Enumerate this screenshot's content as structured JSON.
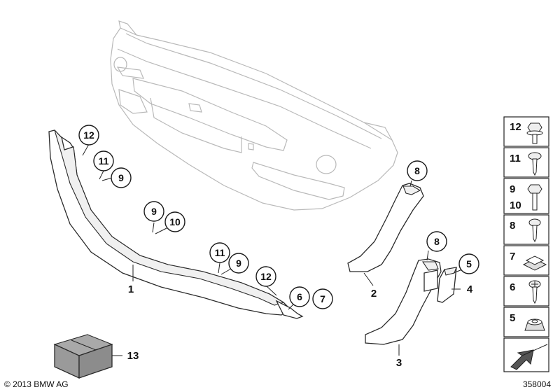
{
  "callouts": {
    "c12a": "12",
    "c11a": "11",
    "c9a": "9",
    "c9b": "9",
    "c10b": "10",
    "c11c": "11",
    "c9c": "9",
    "c12c": "12",
    "c6": "6",
    "c7": "7",
    "c8a": "8",
    "c8b": "8",
    "c5": "5"
  },
  "labels": {
    "p1": "1",
    "p2": "2",
    "p3": "3",
    "p4": "4",
    "p13": "13"
  },
  "legend": {
    "items": [
      {
        "num": "12",
        "icon": "hex-bolt-washer-icon"
      },
      {
        "num": "11",
        "icon": "oval-head-screw-icon"
      },
      {
        "num": "9",
        "num2": "10",
        "icon": "hex-bolt-icon"
      },
      {
        "num": "8",
        "icon": "pan-head-screw-icon"
      },
      {
        "num": "7",
        "icon": "clip-nut-icon"
      },
      {
        "num": "6",
        "icon": "cross-head-screw-icon"
      },
      {
        "num": "5",
        "icon": "plastic-nut-icon"
      },
      {
        "num": "",
        "icon": "arrow-icon"
      }
    ]
  },
  "footer": {
    "copyright": "© 2013 BMW AG",
    "diagram_id": "358004"
  }
}
